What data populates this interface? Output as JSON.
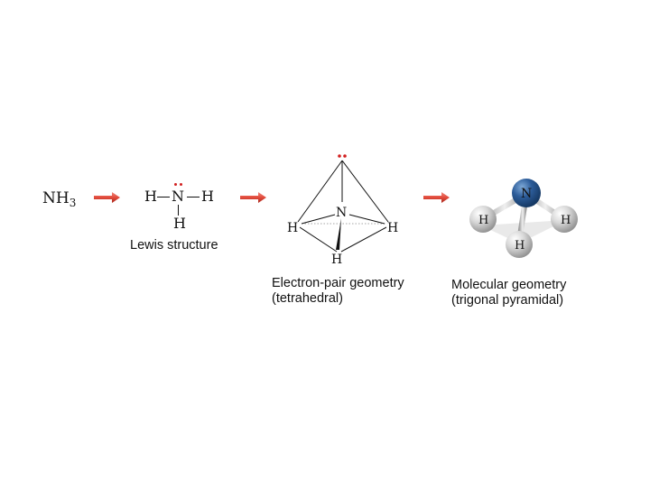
{
  "formula": {
    "base": "NH",
    "subscript": "3"
  },
  "lewis": {
    "left_h": "H",
    "center_n": "N",
    "right_h": "H",
    "bottom_h": "H",
    "caption": "Lewis structure",
    "lone_pair_color": "#d22020"
  },
  "tetrahedral": {
    "top_atom": "N",
    "left_h": "H",
    "right_h": "H",
    "bottom_h": "H",
    "caption_line1": "Electron-pair geometry",
    "caption_line2": "(tetrahedral)",
    "lone_pair_color": "#d22020"
  },
  "molecular": {
    "n_label": "N",
    "left_h": "H",
    "right_h": "H",
    "bottom_h": "H",
    "caption_line1": "Molecular geometry",
    "caption_line2": "(trigonal pyramidal)",
    "n_color": "#2d5d9a",
    "h_color": "#d0d0d0"
  },
  "colors": {
    "arrow": "#e24a3b",
    "bond": "#111111"
  }
}
